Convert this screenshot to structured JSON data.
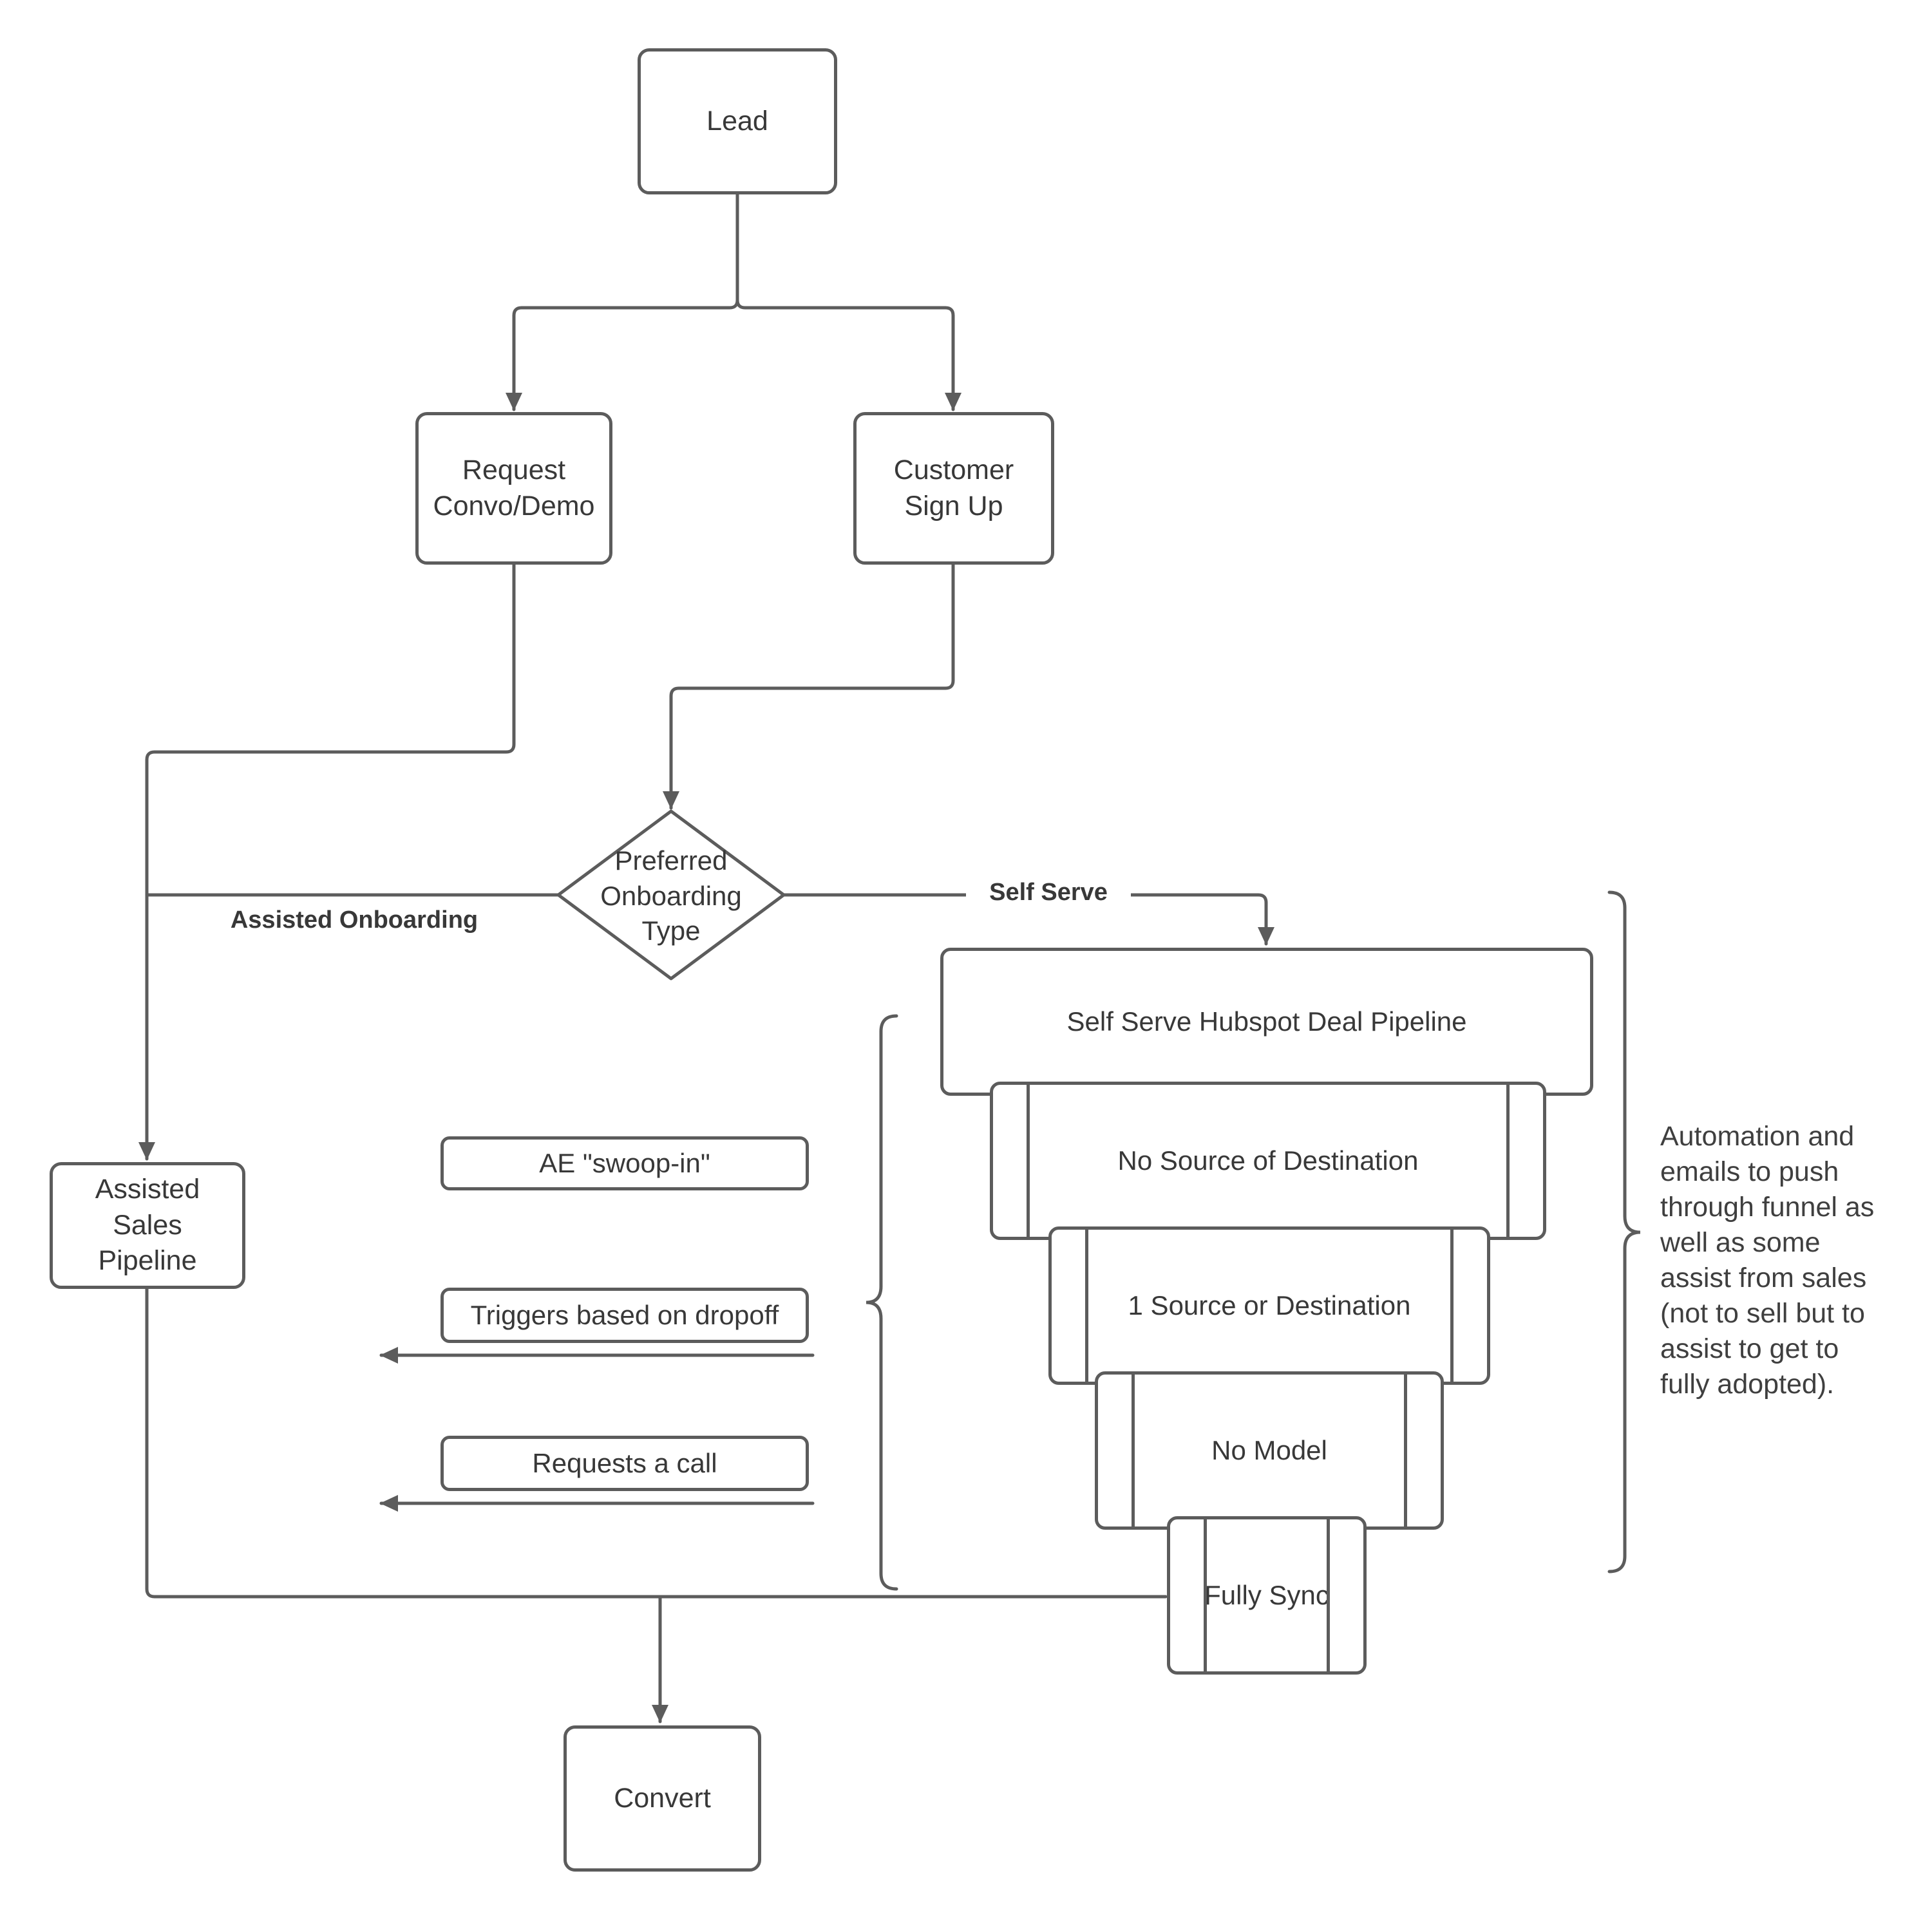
{
  "colors": {
    "stroke": "#5c5c5c",
    "text": "#383838",
    "background": "#ffffff"
  },
  "nodes": {
    "lead": {
      "label": "Lead"
    },
    "request_convo_demo": {
      "label": "Request Convo/Demo"
    },
    "customer_sign_up": {
      "label": "Customer Sign Up"
    },
    "preferred_onboarding_type": {
      "label": "Preferred Onboarding Type"
    },
    "assisted_sales_pipeline": {
      "label": "Assisted Sales Pipeline"
    },
    "ae_swoop_in": {
      "label": "AE \"swoop-in\""
    },
    "triggers_based_on_dropoff": {
      "label": "Triggers based on dropoff"
    },
    "requests_a_call": {
      "label": "Requests a call"
    },
    "self_serve_hubspot_deal_pipeline": {
      "label": "Self Serve Hubspot Deal Pipeline"
    },
    "no_source_of_destination": {
      "label": "No Source of Destination"
    },
    "one_source_or_destination": {
      "label": "1 Source or Destination"
    },
    "no_model": {
      "label": "No Model"
    },
    "fully_sync": {
      "label": "Fully Sync"
    },
    "convert": {
      "label": "Convert"
    }
  },
  "edge_labels": {
    "assisted_onboarding": "Assisted Onboarding",
    "self_serve": "Self Serve"
  },
  "annotation": {
    "text": "Automation and\nemails to push\nthrough funnel as\nwell as some\nassist from sales\n(not to sell but to\nassist to get to\nfully adopted)."
  }
}
